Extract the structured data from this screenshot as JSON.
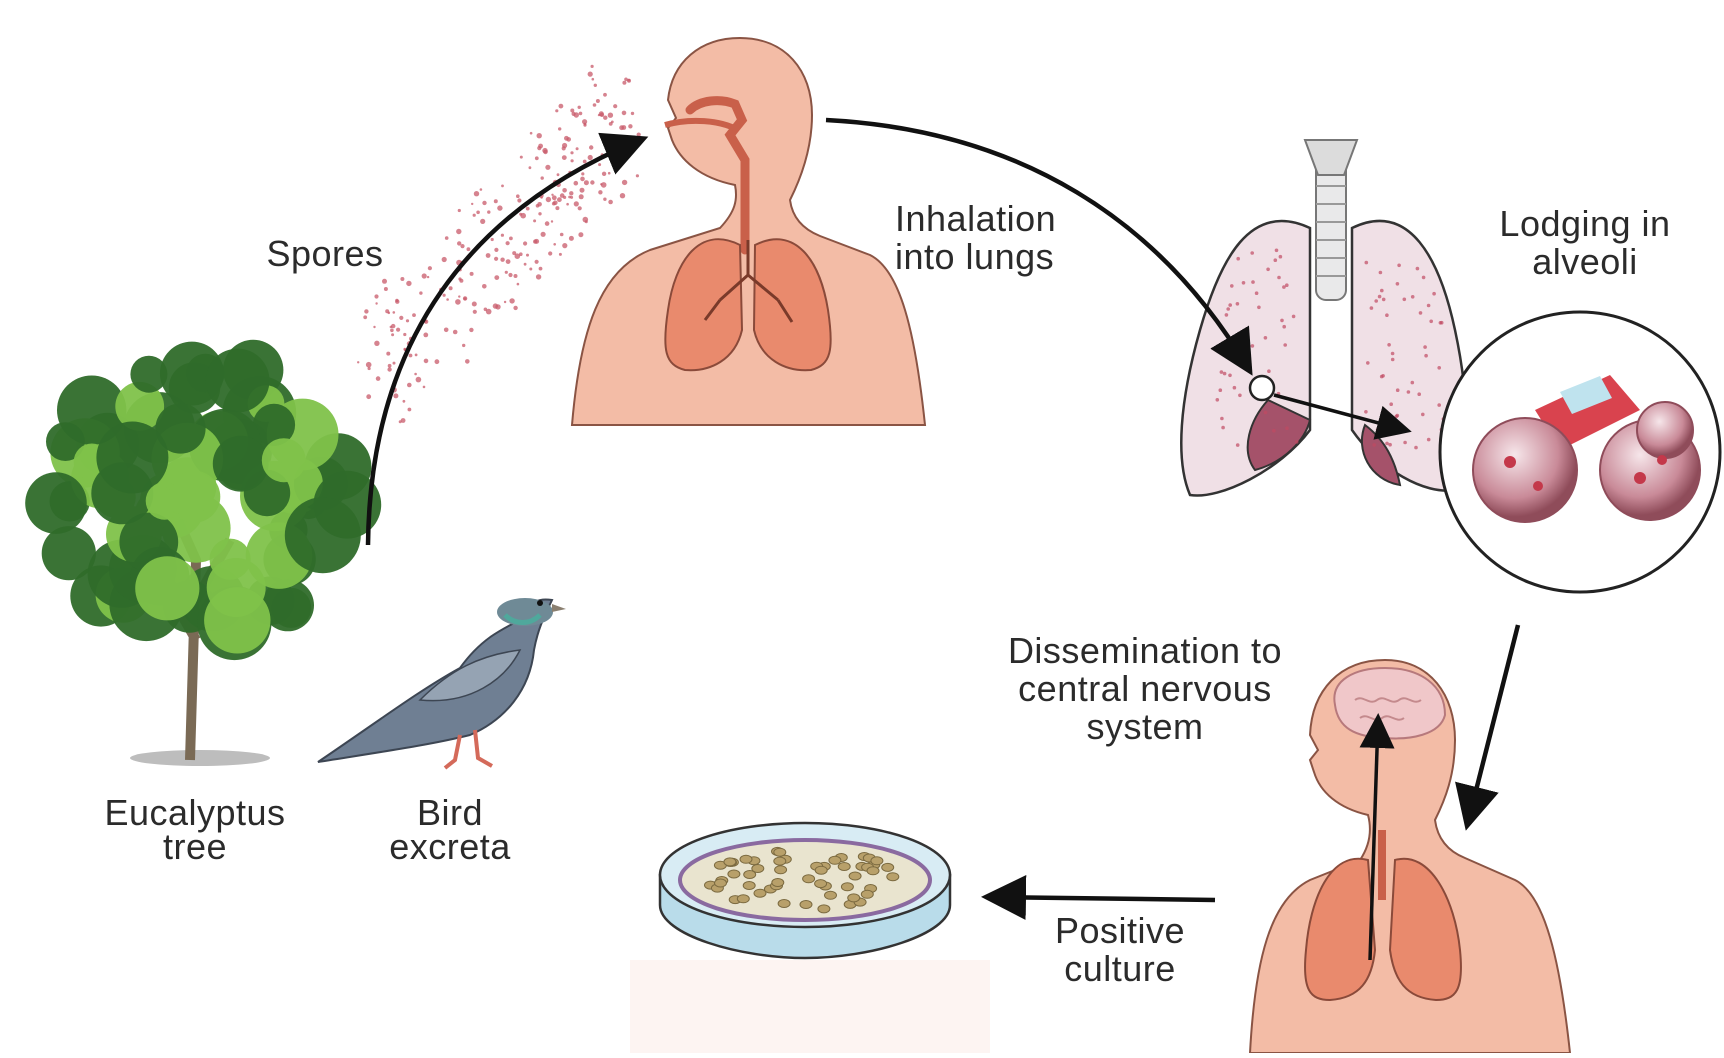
{
  "labels": {
    "spores": "Spores",
    "inhalation": "Inhalation\ninto lungs",
    "lodging": "Lodging in\nalveoli",
    "dissemination": "Dissemination to\ncentral nervous\nsystem",
    "positive_culture": "Positive\nculture",
    "eucalyptus": "Eucalyptus\ntree",
    "bird": "Bird\nexcreta"
  },
  "colors": {
    "skin": "#f2b9a2",
    "skin_outline": "#7a4a3a",
    "lung": "#e98a6d",
    "tree_dark": "#2f6b2a",
    "tree_light": "#7fc24a",
    "bird": "#6f7f93",
    "spores": "#c85a6a",
    "dish_rim": "#9ec9df",
    "arrow": "#111111"
  }
}
